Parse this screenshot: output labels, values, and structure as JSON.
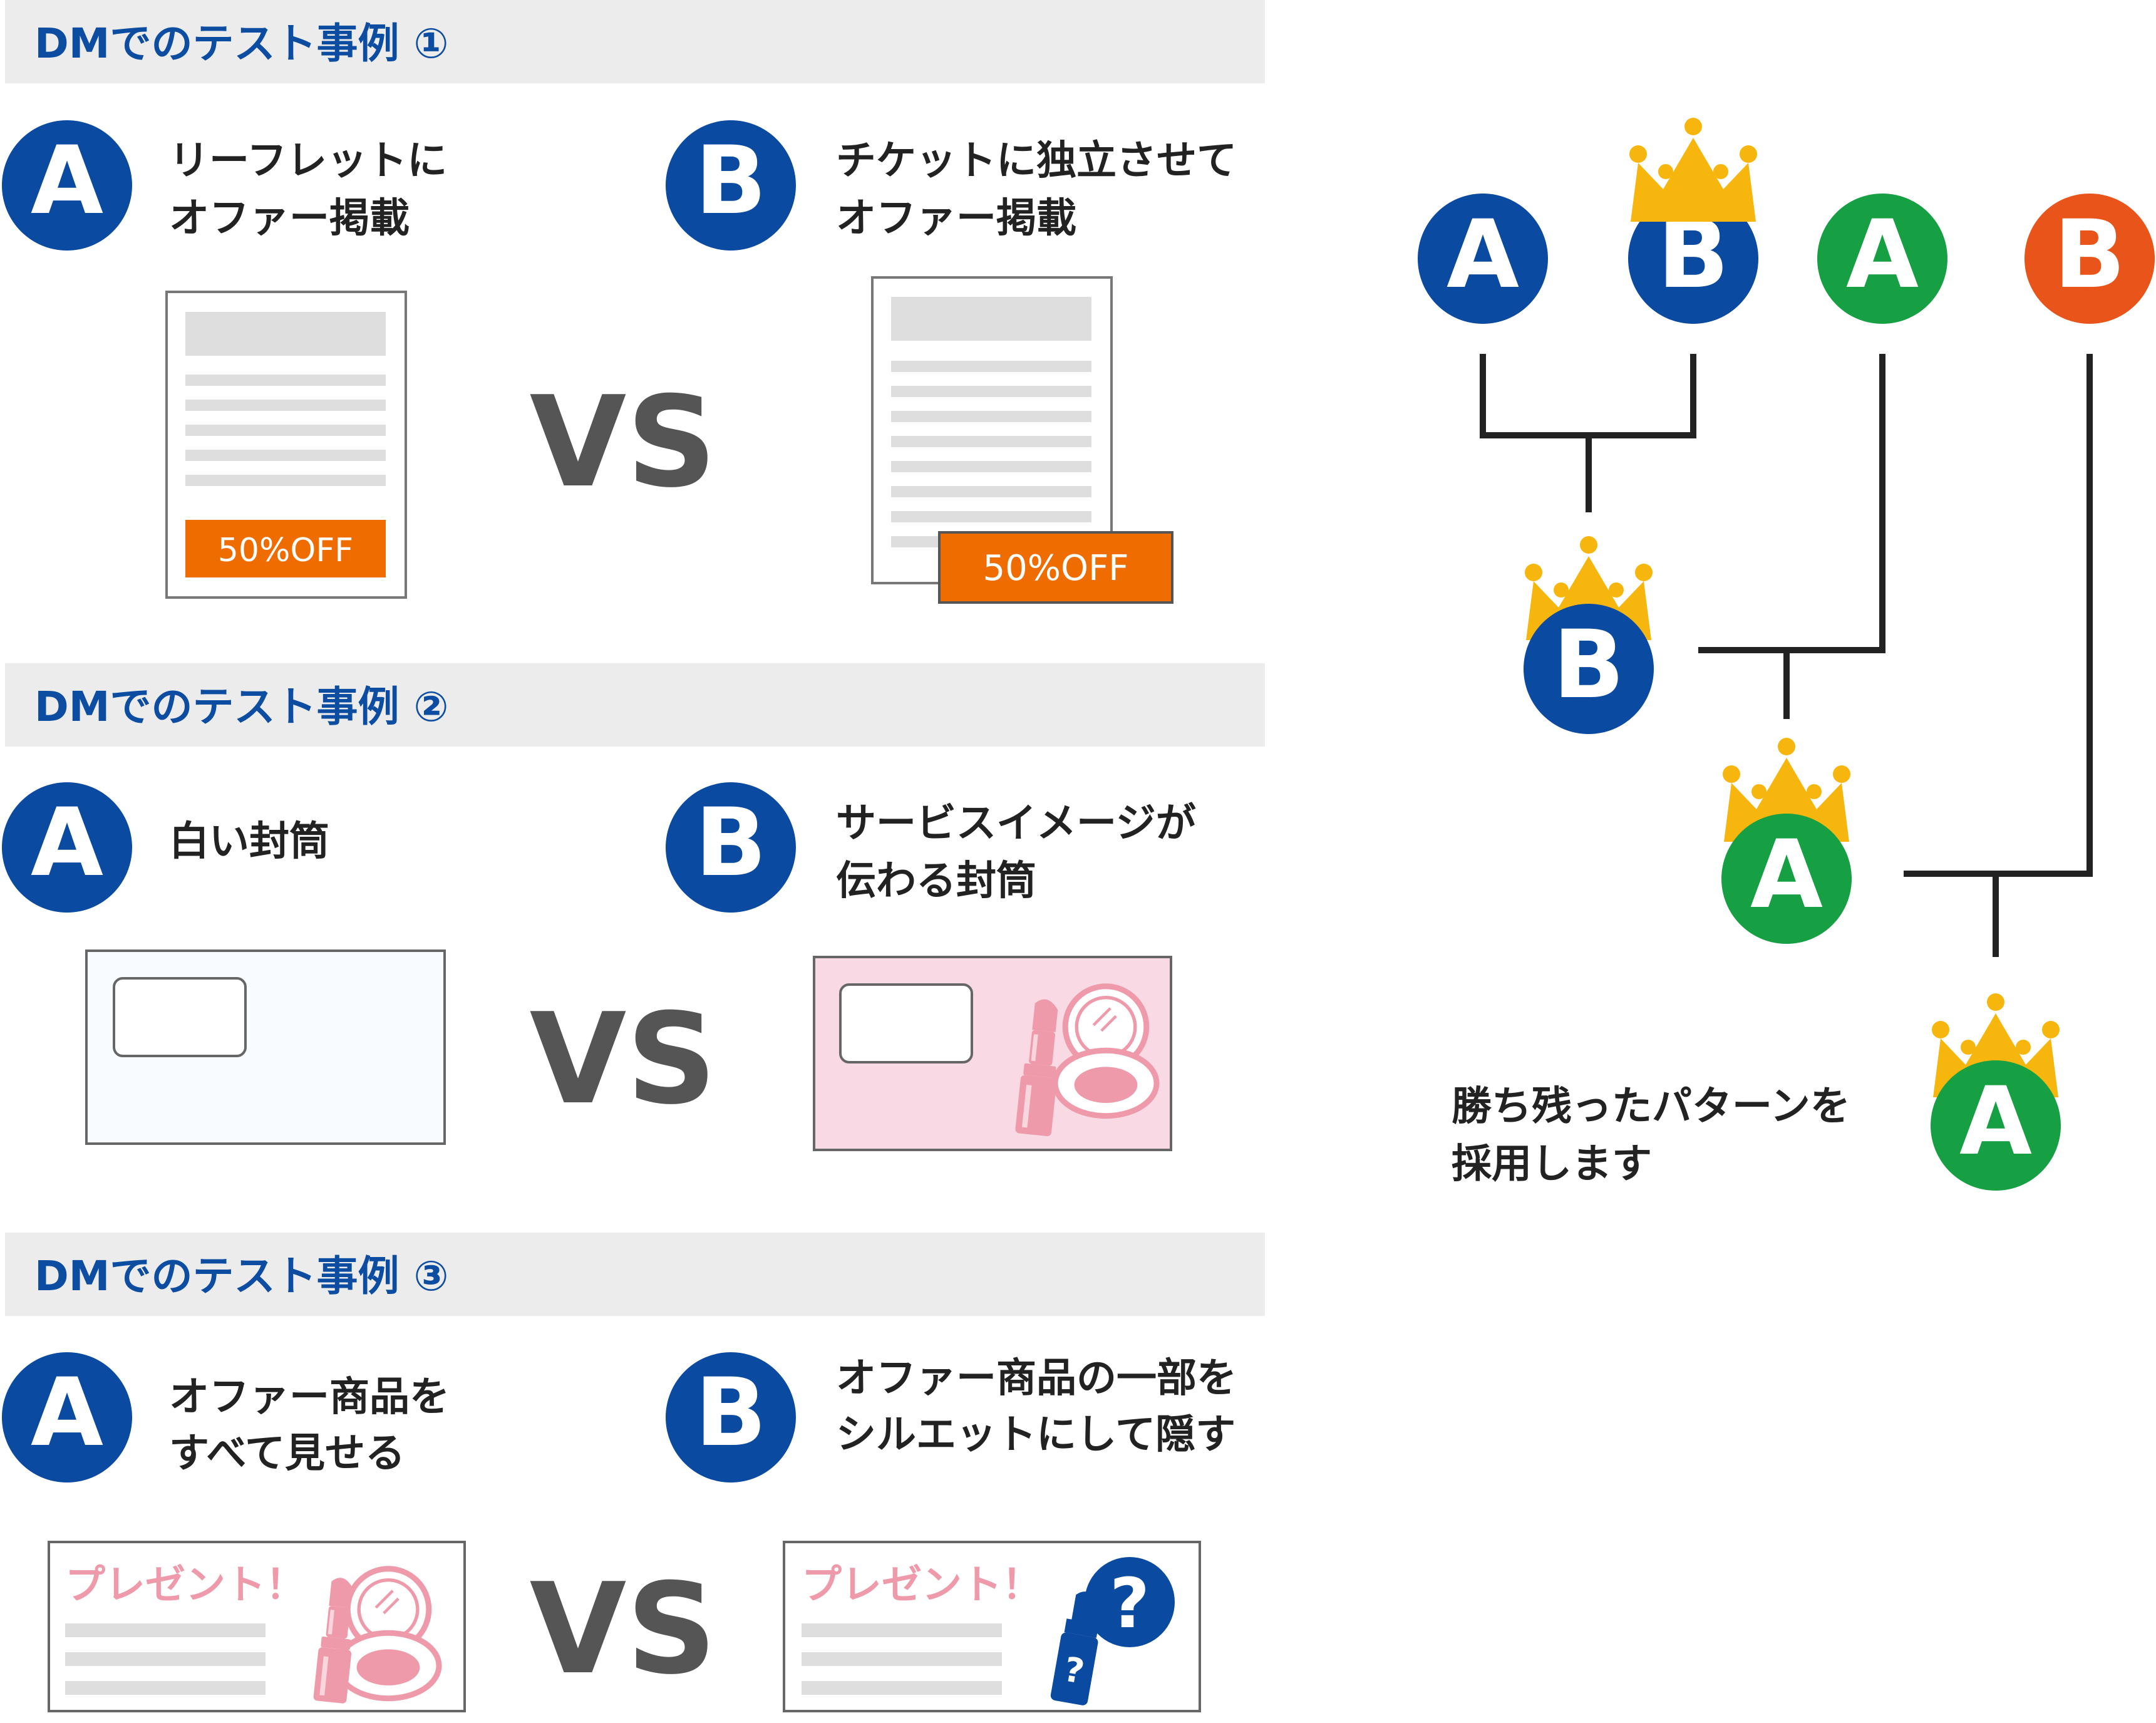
{
  "sections": [
    {
      "heading": "DMでのテスト事例 ①",
      "a": {
        "letter": "A",
        "line1": "リーフレットに",
        "line2": "オファー掲載"
      },
      "b": {
        "letter": "B",
        "line1": "チケットに独立させて",
        "line2": "オファー掲載"
      },
      "vs": "VS",
      "offer_a": "50%OFF",
      "offer_b": "50%OFF"
    },
    {
      "heading": "DMでのテスト事例 ②",
      "a": {
        "letter": "A",
        "line1": "白い封筒",
        "line2": ""
      },
      "b": {
        "letter": "B",
        "line1": "サービスイメージが",
        "line2": "伝わる封筒"
      },
      "vs": "VS"
    },
    {
      "heading": "DMでのテスト事例 ③",
      "a": {
        "letter": "A",
        "line1": "オファー商品を",
        "line2": "すべて見せる"
      },
      "b": {
        "letter": "B",
        "line1": "オファー商品の一部を",
        "line2": "シルエットにして隠す"
      },
      "vs": "VS",
      "present_a": "プレゼント！",
      "present_b": "プレゼント！",
      "hidden_mark_large": "?",
      "hidden_mark_small": "?"
    }
  ],
  "bracket": {
    "round1": [
      "A",
      "B",
      "A",
      "B"
    ],
    "winner1": "B",
    "winner2": "A",
    "champion": "A",
    "caption_line1": "勝ち残ったパターンを",
    "caption_line2": "採用します"
  },
  "colors": {
    "blue": "#0a4aa0",
    "green": "#16a043",
    "red_orange": "#e8541a",
    "crown": "#f6b60e",
    "offer": "#ef6d00",
    "heading_bg": "#ececec",
    "heading_text": "#0c4da2",
    "pink": "#ef9aaa",
    "gray_line": "#dedede",
    "text": "#222222",
    "vs": "#555555"
  },
  "icons": [
    "crown-icon",
    "lipstick-icon",
    "compact-icon",
    "question-icon"
  ]
}
